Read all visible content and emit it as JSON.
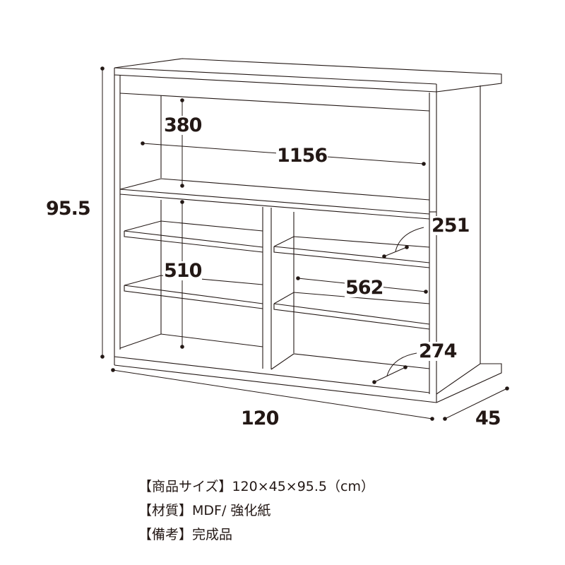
{
  "diagram": {
    "title": "Counter shelf dimension diagram",
    "line_color": "#231815",
    "outer_dimensions": {
      "height_label": "95.5",
      "width_label": "120",
      "depth_label": "45"
    },
    "inner_dimensions": {
      "top_compartment_height": "380",
      "inner_width": "1156",
      "lower_left_height": "510",
      "right_shelf_depth": "251",
      "right_compartment_width": "562",
      "bottom_depth": "274"
    }
  },
  "specs": {
    "size_label": "【商品サイズ】",
    "size_value": "120×45×95.5（cm）",
    "material_label": "【材質】",
    "material_value": "MDF/ 強化紙",
    "notes_label": "【備考】",
    "notes_value": "完成品"
  }
}
